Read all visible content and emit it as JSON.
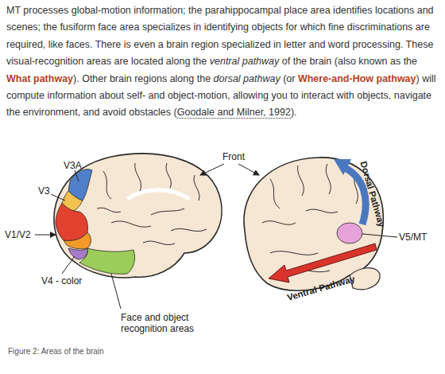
{
  "diagram": {
    "caption": "Figure 2: Areas of the brain",
    "labels": [
      "MT processes global-motion information; the parahippocampal place area identifies locations and scenes; the fusiform face area specializes in identifying objects for which fine discriminations are required, like faces. There is even a brain region specialized in letter and word processing. These visual-recognition areas are located along the",
      "ventral pathway",
      "of the brain (also known as the",
      "What pathway",
      ").",
      "Other brain regions along the",
      "dorsal pathway",
      "(or",
      "Where-and-How pathway",
      ") will compute information about self- and object-motion, allowing you to interact with objects, navigate the environment, and avoid obstacles (",
      "Goodale and Milner, 1992",
      ").",
      "Front",
      "V3A",
      "V3",
      "V1/V2",
      "V4 - color",
      "Face and object recognition areas",
      "Dorsal Pathway",
      "V5/MT",
      "Ventral Pathway"
    ]
  }
}
